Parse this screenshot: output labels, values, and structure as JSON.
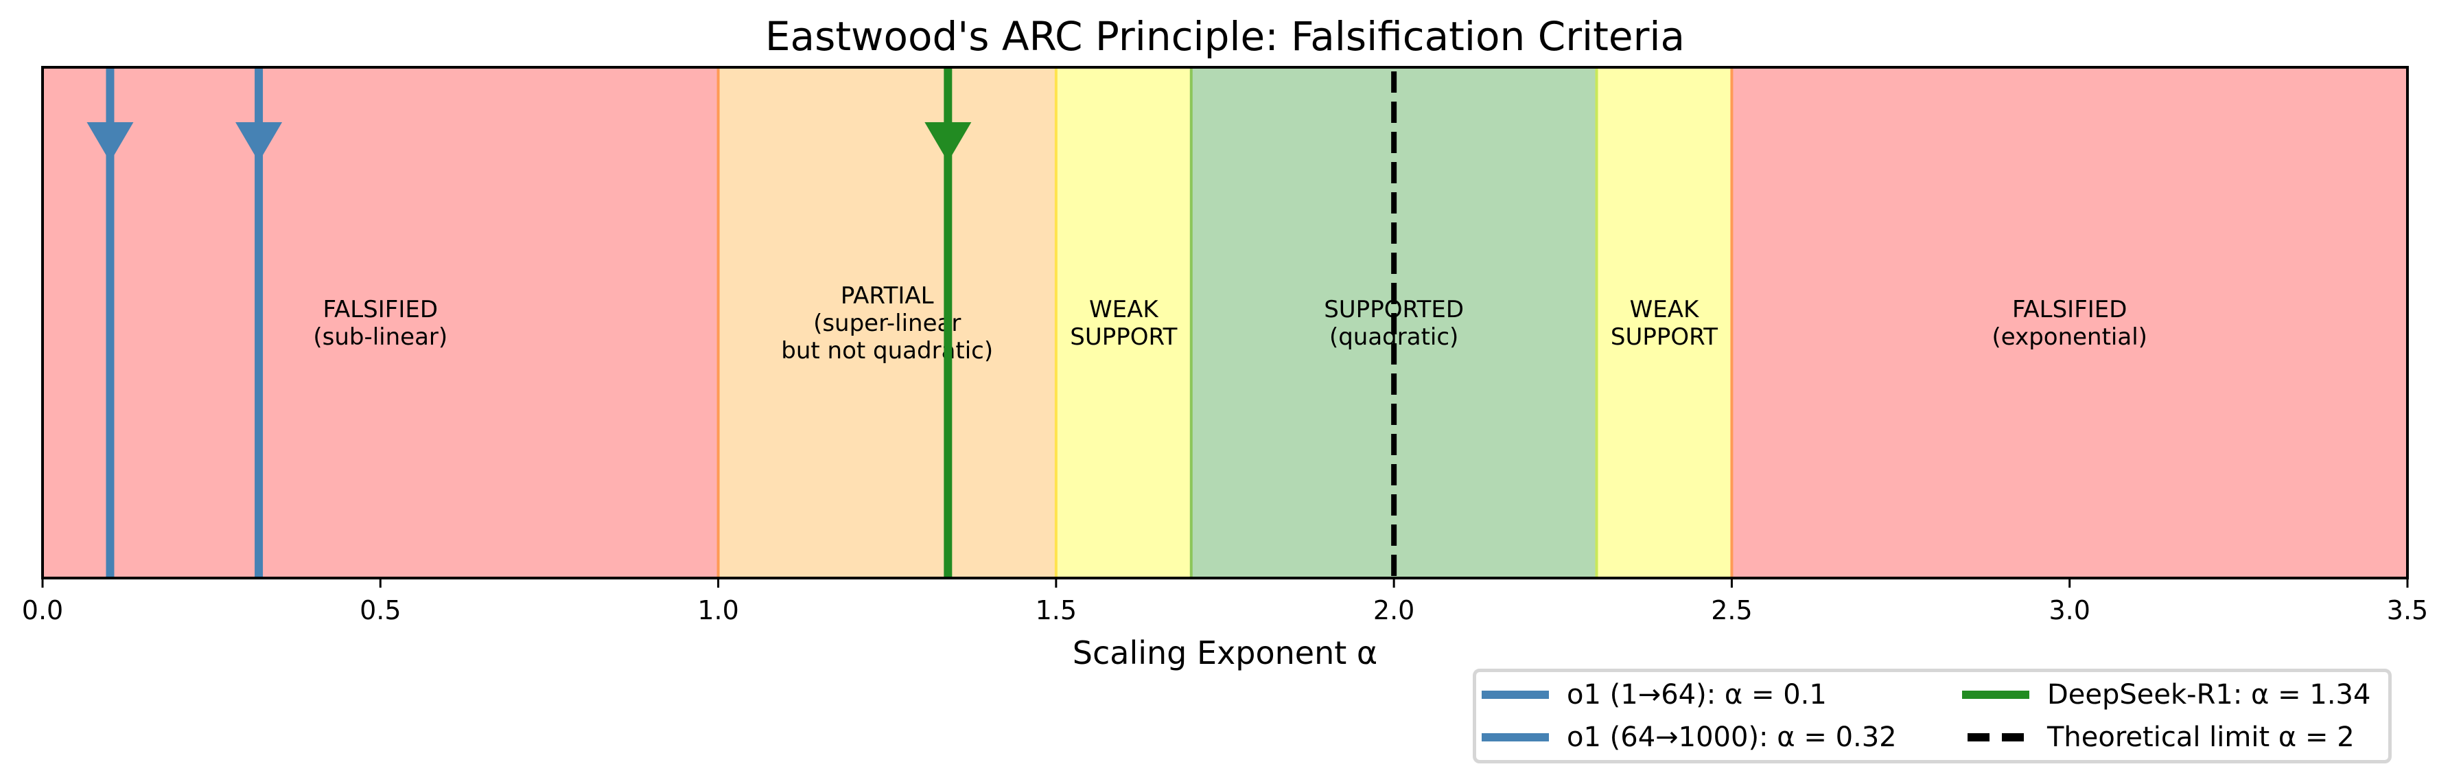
{
  "chart_data": {
    "type": "bar",
    "subtype": "horizontal-region-bands-with-vertical-markers",
    "title": "Eastwood's ARC Principle: Falsification Criteria",
    "xlabel": "Scaling Exponent α",
    "ylabel": "",
    "xlim": [
      0.0,
      3.5
    ],
    "xticks": [
      0.0,
      0.5,
      1.0,
      1.5,
      2.0,
      2.5,
      3.0,
      3.5
    ],
    "xtick_labels": [
      "0.0",
      "0.5",
      "1.0",
      "1.5",
      "2.0",
      "2.5",
      "3.0",
      "3.5"
    ],
    "yticks": [],
    "grid": false,
    "regions": [
      {
        "x0": 0.0,
        "x1": 1.0,
        "label_lines": [
          "FALSIFIED",
          "(sub-linear)"
        ],
        "label_x": 0.5,
        "fill": "#ffb1b1",
        "edge": "#ff8f8f"
      },
      {
        "x0": 1.0,
        "x1": 1.5,
        "label_lines": [
          "PARTIAL",
          "(super-linear",
          "but not quadratic)"
        ],
        "label_x": 1.25,
        "fill": "#ffe0b3",
        "edge": "#ff9a55"
      },
      {
        "x0": 1.5,
        "x1": 1.7,
        "label_lines": [
          "WEAK",
          "SUPPORT"
        ],
        "label_x": 1.6,
        "fill": "#ffffaa",
        "edge": "#ffe34d"
      },
      {
        "x0": 1.7,
        "x1": 2.3,
        "label_lines": [
          "SUPPORTED",
          "(quadratic)"
        ],
        "label_x": 2.0,
        "fill": "#b3d9b3",
        "edge": "#8cc65a"
      },
      {
        "x0": 2.3,
        "x1": 2.5,
        "label_lines": [
          "WEAK",
          "SUPPORT"
        ],
        "label_x": 2.4,
        "fill": "#ffffaa",
        "edge": "#c9e85a"
      },
      {
        "x0": 2.5,
        "x1": 3.5,
        "label_lines": [
          "FALSIFIED",
          "(exponential)"
        ],
        "label_x": 3.0,
        "fill": "#ffb1b1",
        "edge": "#ff9a55"
      }
    ],
    "series": [
      {
        "name": "o1 (1→64): α = 0.1",
        "x": 0.1,
        "color": "#4682b4",
        "style": "solid",
        "marker": "down-triangle"
      },
      {
        "name": "o1 (64→1000): α = 0.32",
        "x": 0.32,
        "color": "#4682b4",
        "style": "solid",
        "marker": "down-triangle"
      },
      {
        "name": "DeepSeek-R1: α = 1.34",
        "x": 1.34,
        "color": "#228b22",
        "style": "solid",
        "marker": "down-triangle"
      },
      {
        "name": "Theoretical limit α = 2",
        "x": 2.0,
        "color": "#000000",
        "style": "dashed",
        "marker": "none"
      }
    ],
    "legend": {
      "position": "lower right (outside, below axes)",
      "ncol": 2,
      "entries": [
        {
          "label": "o1 (1→64): α = 0.1",
          "color": "#4682b4",
          "style": "solid"
        },
        {
          "label": "o1 (64→1000): α = 0.32",
          "color": "#4682b4",
          "style": "solid"
        },
        {
          "label": "DeepSeek-R1: α = 1.34",
          "color": "#228b22",
          "style": "solid"
        },
        {
          "label": "Theoretical limit α = 2",
          "color": "#000000",
          "style": "dashed"
        }
      ]
    }
  }
}
